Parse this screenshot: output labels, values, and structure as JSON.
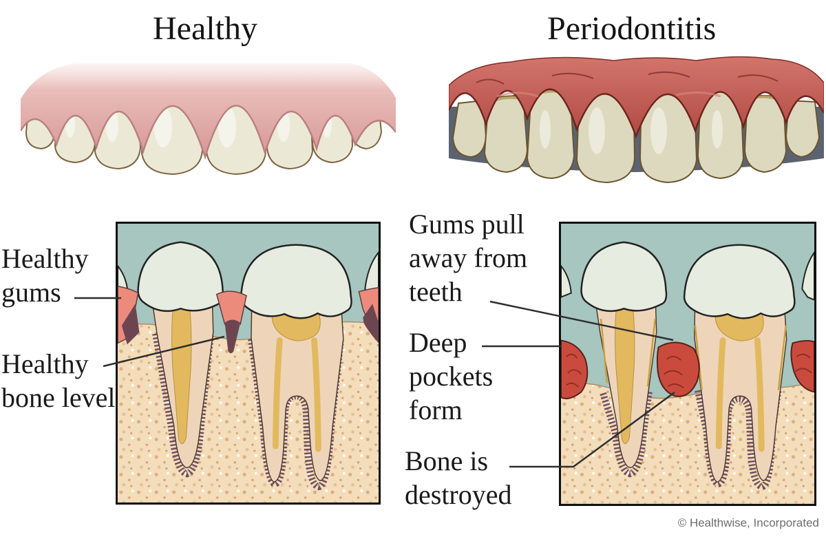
{
  "header": {
    "left_title": "Healthy",
    "right_title": "Periodontitis"
  },
  "labels": {
    "healthy_gums": "Healthy gums",
    "healthy_bone_level": "Healthy bone level",
    "gums_pull_away": "Gums pull away from teeth",
    "deep_pockets_form": "Deep pockets form",
    "bone_is_destroyed": "Bone is destroyed"
  },
  "footer": {
    "copyright": "© Healthwise, Incorporated"
  },
  "colors": {
    "background": "#ffffff",
    "teal_background": "#a6c6bf",
    "bone": "#f3ddbb",
    "enamel": "#e7ece0",
    "dentin": "#eed5ba",
    "pulp": "#e2b95e",
    "healthy_gum_pink": "#ec8b7c",
    "healthy_smile_gum": "#d79795",
    "inflamed_gum_red": "#ca4b3d",
    "inflamed_smile_gum": "#b04a43",
    "ligament_purple": "#6f4e5e",
    "leader_line": "#2e2e2e",
    "label_text": "#1a1a1a",
    "copyright_gray": "#6e6e6e"
  }
}
